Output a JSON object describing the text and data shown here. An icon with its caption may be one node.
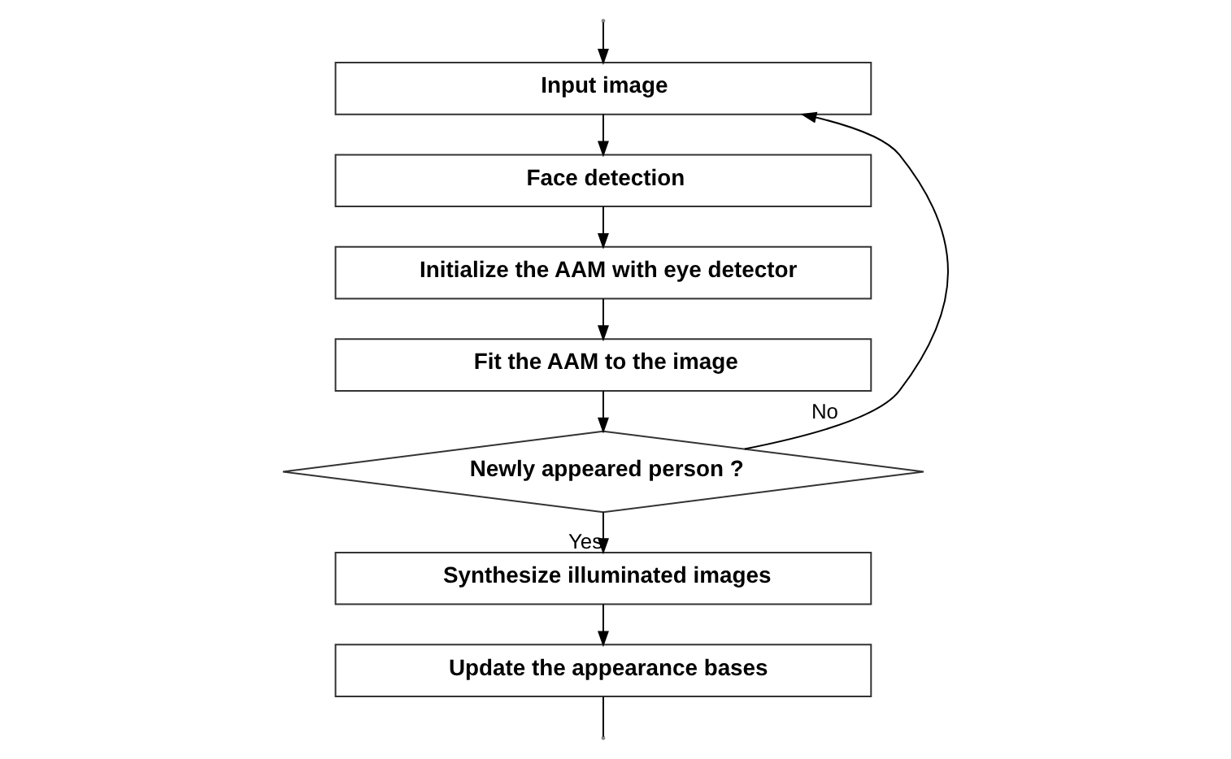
{
  "diagram": {
    "nodes": [
      {
        "text": [
          "Input image"
        ]
      },
      {
        "text": [
          "Face detection"
        ]
      },
      {
        "text": [
          "Initialize the AAM with eye detector"
        ]
      },
      {
        "text": [
          "Fit the AAM to the image"
        ]
      },
      {
        "text": [
          "Newly appeared person ?"
        ]
      },
      {
        "text": [
          "Synthesize illuminated images"
        ]
      },
      {
        "text": [
          "Update the appearance bases"
        ]
      }
    ],
    "edges": [
      {
        "from": 0,
        "to": 1,
        "arrow": "to"
      },
      {
        "from": 1,
        "to": 2,
        "arrow": "to"
      },
      {
        "from": 2,
        "to": 3,
        "arrow": "to"
      },
      {
        "from": 3,
        "to": 4,
        "arrow": "to"
      },
      {
        "from": 4,
        "to": 0,
        "arrow": "to",
        "label": "No"
      },
      {
        "from": 4,
        "to": 5,
        "arrow": "to",
        "label": "Yes"
      },
      {
        "from": 5,
        "to": 6,
        "arrow": "to"
      },
      {
        "from": null,
        "to": 0,
        "arrow": "to"
      },
      {
        "from": 6,
        "to": null,
        "arrow": "none"
      }
    ]
  }
}
